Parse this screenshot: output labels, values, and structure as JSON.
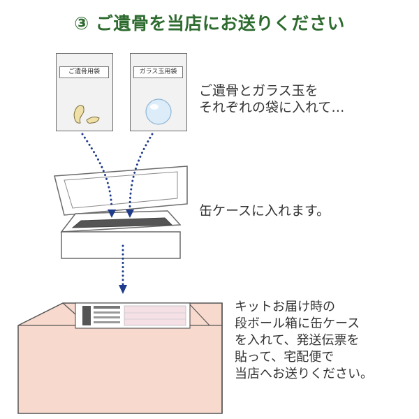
{
  "title": "③ ご遺骨を当店にお送りください",
  "bags": [
    {
      "label": "ご遺骨用袋"
    },
    {
      "label": "ガラス玉用袋"
    }
  ],
  "captions": {
    "step1": [
      "ご遺骨とガラス玉を",
      "それぞれの袋に入れて…"
    ],
    "step2": [
      "缶ケースに入れます。"
    ],
    "step3": [
      "キットお届け時の",
      "段ボール箱に缶ケース",
      "を入れて、発送伝票を",
      "貼って、宅配便で",
      "当店へお送りください。"
    ]
  },
  "colors": {
    "title": "#2e6b2f",
    "arrow": "#1f3c8c",
    "box": "#f7d9cd",
    "slip_tint": "#f5e0e6"
  },
  "icons": {
    "bone": "bone-fragments-icon",
    "glass": "glass-ball-icon",
    "tin": "tin-case-icon",
    "box": "cardboard-box-icon",
    "arrow": "dotted-arrow-icon"
  }
}
